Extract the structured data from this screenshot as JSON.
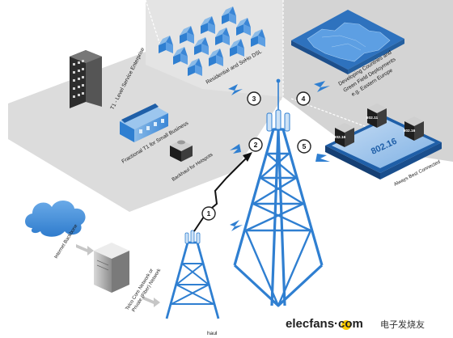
{
  "labels": {
    "t1": "T1 - Level Service Enterprise",
    "fractional": "Fractional T1 for Small Business",
    "backhaul": "Backhaul for Hotspots",
    "residential": "Residential and SoHo DSL",
    "developing_1": "Developing Countries and",
    "developing_2": "Green Field Deployments",
    "developing_3": "e.g. Eastern Europe",
    "always": "Always Best Connected",
    "internet": "Internet Backbone",
    "telco_1": "Telco Core Network or",
    "telco_2": "Private (Fiber) Network",
    "bottom_haul": "haul",
    "standard": "802.16",
    "chip1": "802.16",
    "chip2": "802.11",
    "chip3": "802.16"
  },
  "links": [
    "1",
    "2",
    "3",
    "4",
    "5"
  ],
  "watermark": {
    "brand": "elecfans·com",
    "cn": "电子发烧友"
  },
  "colors": {
    "tower": "#2f7fd1",
    "building": "#4f9ae0",
    "zone": "#dedede",
    "cloud": "#3f8edc",
    "number_ring": "#222222"
  }
}
